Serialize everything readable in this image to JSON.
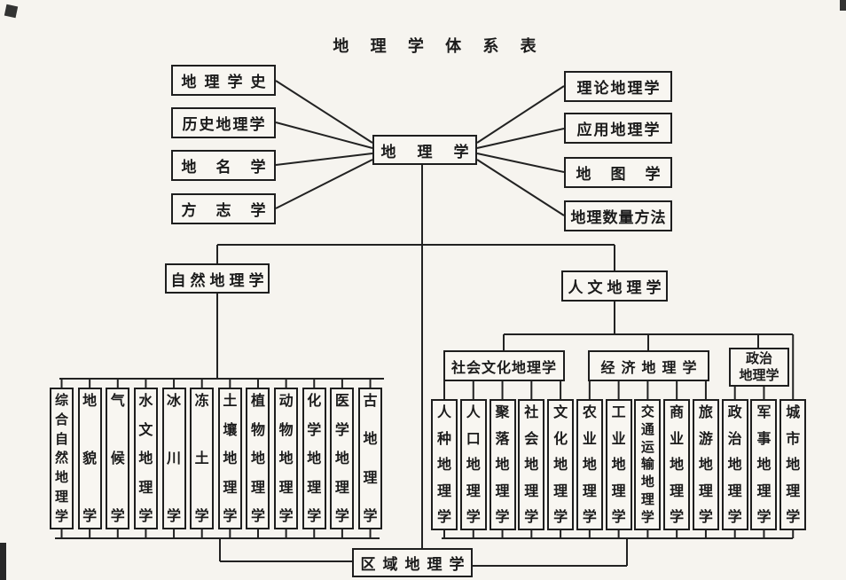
{
  "title": "地 理 学 体 系 表",
  "root": {
    "label": "地理学"
  },
  "historical_branches": [
    {
      "label": "地理学史"
    },
    {
      "label": "历史地理学"
    },
    {
      "label": "地名学"
    },
    {
      "label": "方志学"
    }
  ],
  "theoretical_branches": [
    {
      "label": "理论地理学"
    },
    {
      "label": "应用地理学"
    },
    {
      "label": "地图学"
    },
    {
      "label": "地理数量方法"
    }
  ],
  "physical_geography": {
    "label": "自然地理学",
    "children": [
      "综合自然地理学",
      "地貌学",
      "气候学",
      "水文地理学",
      "冰川学",
      "冻土学",
      "土壤地理学",
      "植物地理学",
      "动物地理学",
      "化学地理学",
      "医学地理学",
      "古地理学"
    ]
  },
  "human_geography": {
    "label": "人文地理学",
    "subgroups": [
      {
        "label": "社会文化地理学",
        "children": [
          "人种地理学",
          "人口地理学",
          "聚落地理学",
          "社会地理学",
          "文化地理学"
        ]
      },
      {
        "label": "经济地理学",
        "children": [
          "农业地理学",
          "工业地理学",
          "交通运输地理学",
          "商业地理学",
          "旅游地理学"
        ]
      },
      {
        "label": "政治地理学",
        "lines": [
          "政治",
          "地理学"
        ],
        "children": [
          "政治地理学",
          "军事地理学"
        ]
      }
    ],
    "direct_children": [
      "城市地理学"
    ]
  },
  "regional_geography": {
    "label": "区域地理学"
  },
  "colors": {
    "ink": "#1e1e1e",
    "paper": "#f6f4ef"
  }
}
